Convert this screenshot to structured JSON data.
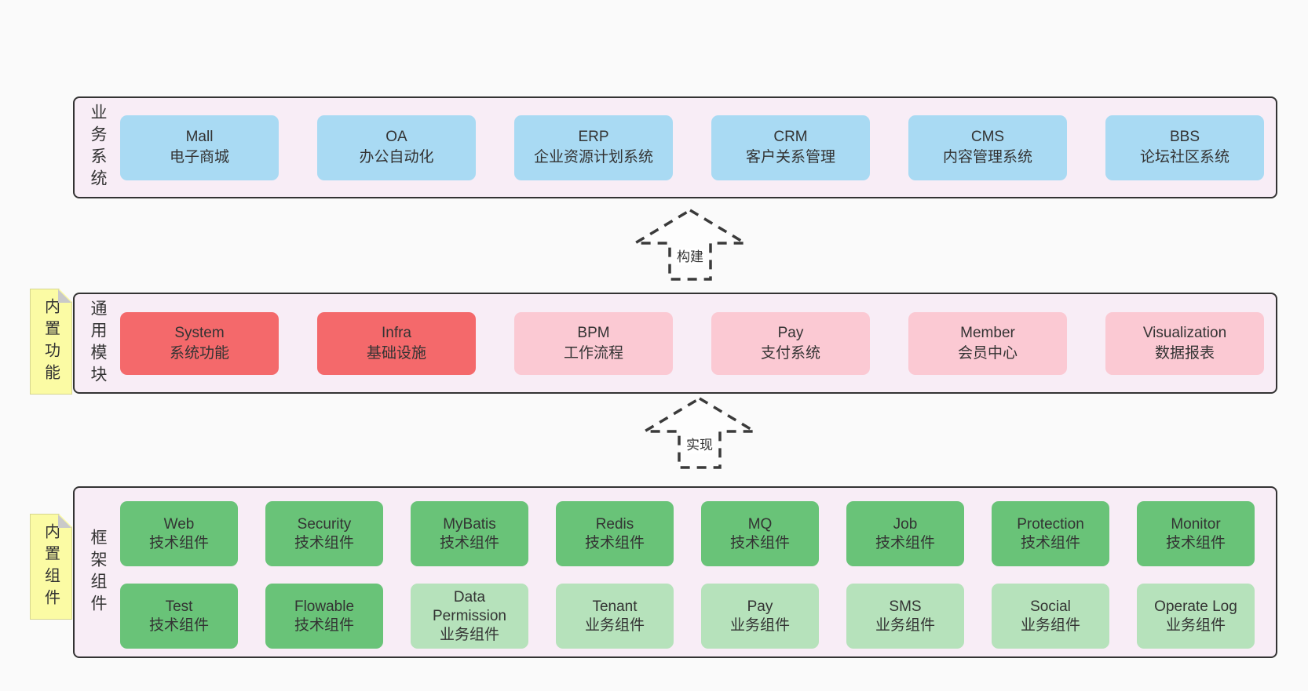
{
  "colors": {
    "page-bg": "#fafafa",
    "layer-bg": "#f8edf6",
    "layer-border": "#333333",
    "box-blue": "#a9daf3",
    "box-red": "#f4696b",
    "box-pink": "#fbc9d3",
    "box-green": "#69c378",
    "box-green-light": "#b6e2bb",
    "note-bg": "#fbfba4",
    "note-fold": "#c9c9c9",
    "text": "#333333",
    "arrow": "#3a3a3a"
  },
  "arrows": [
    {
      "label": "构建"
    },
    {
      "label": "实现"
    }
  ],
  "layers": [
    {
      "label": "业务系统",
      "boxes": [
        {
          "name": "Mall",
          "subtitle": "电子商城",
          "type": "blue"
        },
        {
          "name": "OA",
          "subtitle": "办公自动化",
          "type": "blue"
        },
        {
          "name": "ERP",
          "subtitle": "企业资源计划系统",
          "type": "blue"
        },
        {
          "name": "CRM",
          "subtitle": "客户关系管理",
          "type": "blue"
        },
        {
          "name": "CMS",
          "subtitle": "内容管理系统",
          "type": "blue"
        },
        {
          "name": "BBS",
          "subtitle": "论坛社区系统",
          "type": "blue"
        }
      ]
    },
    {
      "label": "通用模块",
      "note": "内置功能",
      "boxes": [
        {
          "name": "System",
          "subtitle": "系统功能",
          "type": "red"
        },
        {
          "name": "Infra",
          "subtitle": "基础设施",
          "type": "red"
        },
        {
          "name": "BPM",
          "subtitle": "工作流程",
          "type": "pink"
        },
        {
          "name": "Pay",
          "subtitle": "支付系统",
          "type": "pink"
        },
        {
          "name": "Member",
          "subtitle": "会员中心",
          "type": "pink"
        },
        {
          "name": "Visualization",
          "subtitle": "数据报表",
          "type": "pink"
        }
      ]
    },
    {
      "label": "框架组件",
      "note": "内置组件",
      "rows": [
        [
          {
            "name": "Web",
            "subtitle": "技术组件",
            "type": "green"
          },
          {
            "name": "Security",
            "subtitle": "技术组件",
            "type": "green"
          },
          {
            "name": "MyBatis",
            "subtitle": "技术组件",
            "type": "green"
          },
          {
            "name": "Redis",
            "subtitle": "技术组件",
            "type": "green"
          },
          {
            "name": "MQ",
            "subtitle": "技术组件",
            "type": "green"
          },
          {
            "name": "Job",
            "subtitle": "技术组件",
            "type": "green"
          },
          {
            "name": "Protection",
            "subtitle": "技术组件",
            "type": "green"
          },
          {
            "name": "Monitor",
            "subtitle": "技术组件",
            "type": "green"
          }
        ],
        [
          {
            "name": "Test",
            "subtitle": "技术组件",
            "type": "green"
          },
          {
            "name": "Flowable",
            "subtitle": "技术组件",
            "type": "green"
          },
          {
            "name": "Data Permission",
            "subtitle": "业务组件",
            "type": "green-light"
          },
          {
            "name": "Tenant",
            "subtitle": "业务组件",
            "type": "green-light"
          },
          {
            "name": "Pay",
            "subtitle": "业务组件",
            "type": "green-light"
          },
          {
            "name": "SMS",
            "subtitle": "业务组件",
            "type": "green-light"
          },
          {
            "name": "Social",
            "subtitle": "业务组件",
            "type": "green-light"
          },
          {
            "name": "Operate Log",
            "subtitle": "业务组件",
            "type": "green-light"
          }
        ]
      ]
    }
  ]
}
